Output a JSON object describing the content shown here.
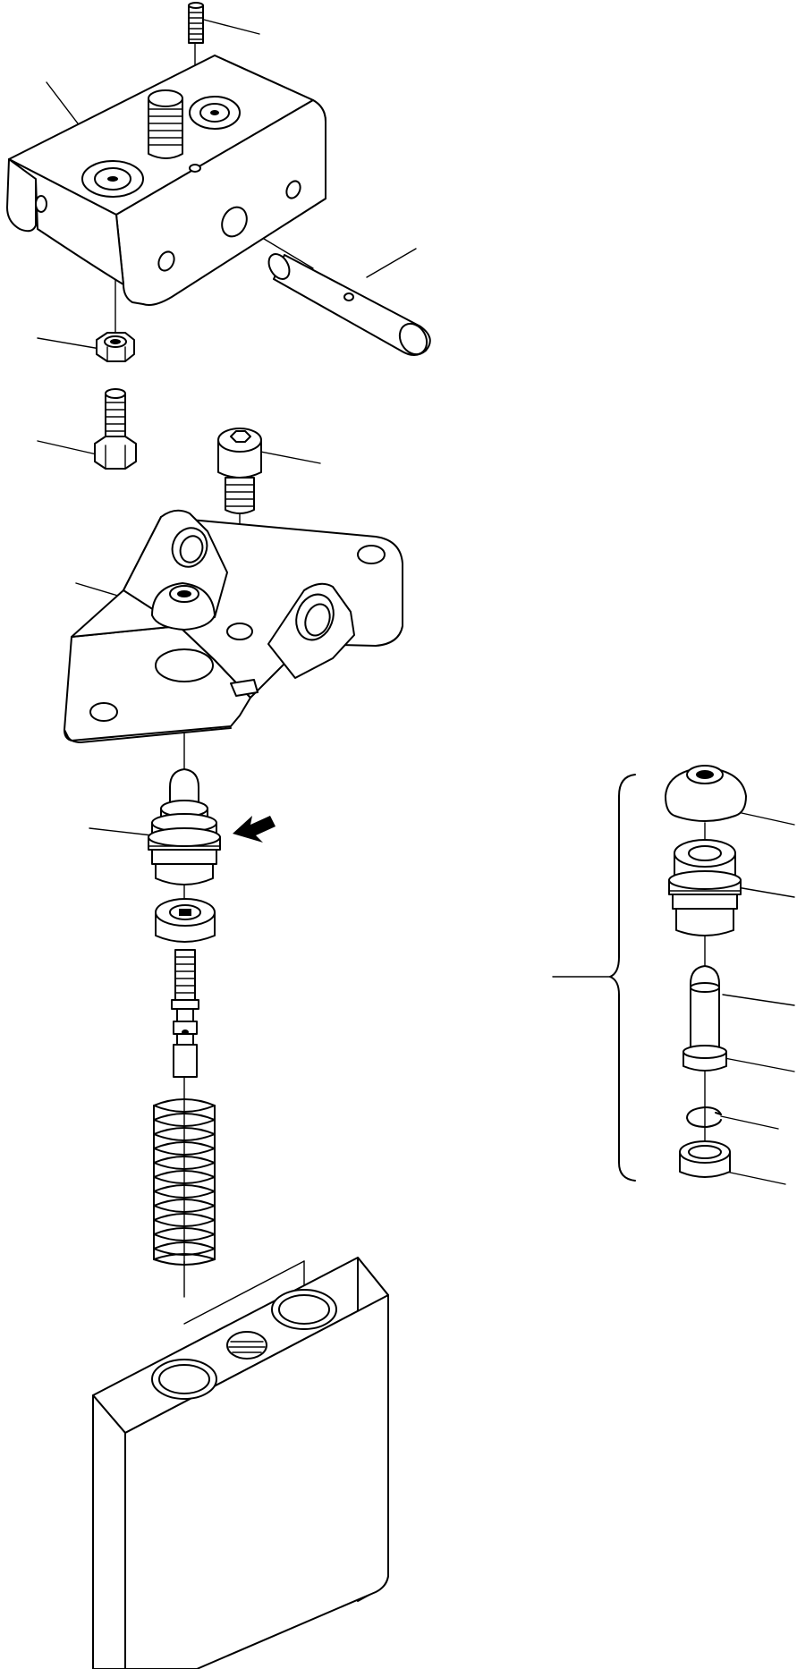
{
  "figure": {
    "type": "exploded-parts-diagram",
    "background": "#ffffff",
    "line_color": "#000000",
    "labels": []
  },
  "parts": [
    {
      "id": "set-screw",
      "leader": true
    },
    {
      "id": "lever-bracket",
      "leader": true
    },
    {
      "id": "pin",
      "leader": true
    },
    {
      "id": "nut",
      "leader": true
    },
    {
      "id": "bolt",
      "leader": true
    },
    {
      "id": "socket-head-bolt",
      "leader": true
    },
    {
      "id": "plate",
      "leader": false
    },
    {
      "id": "boot",
      "leader": true
    },
    {
      "id": "piston-assembly",
      "leader": true
    },
    {
      "id": "retainer",
      "leader": false
    },
    {
      "id": "valve-spool",
      "leader": false
    },
    {
      "id": "spring",
      "leader": false
    },
    {
      "id": "valve-body",
      "leader": false
    },
    {
      "id": "detail-boot",
      "leader": true
    },
    {
      "id": "detail-plug",
      "leader": true
    },
    {
      "id": "detail-piston",
      "leader": true
    },
    {
      "id": "detail-o-ring",
      "leader": true
    },
    {
      "id": "detail-snap-ring",
      "leader": true
    },
    {
      "id": "detail-collar",
      "leader": true
    }
  ],
  "indicator": {
    "icon": "arrow-icon",
    "direction": "left"
  }
}
